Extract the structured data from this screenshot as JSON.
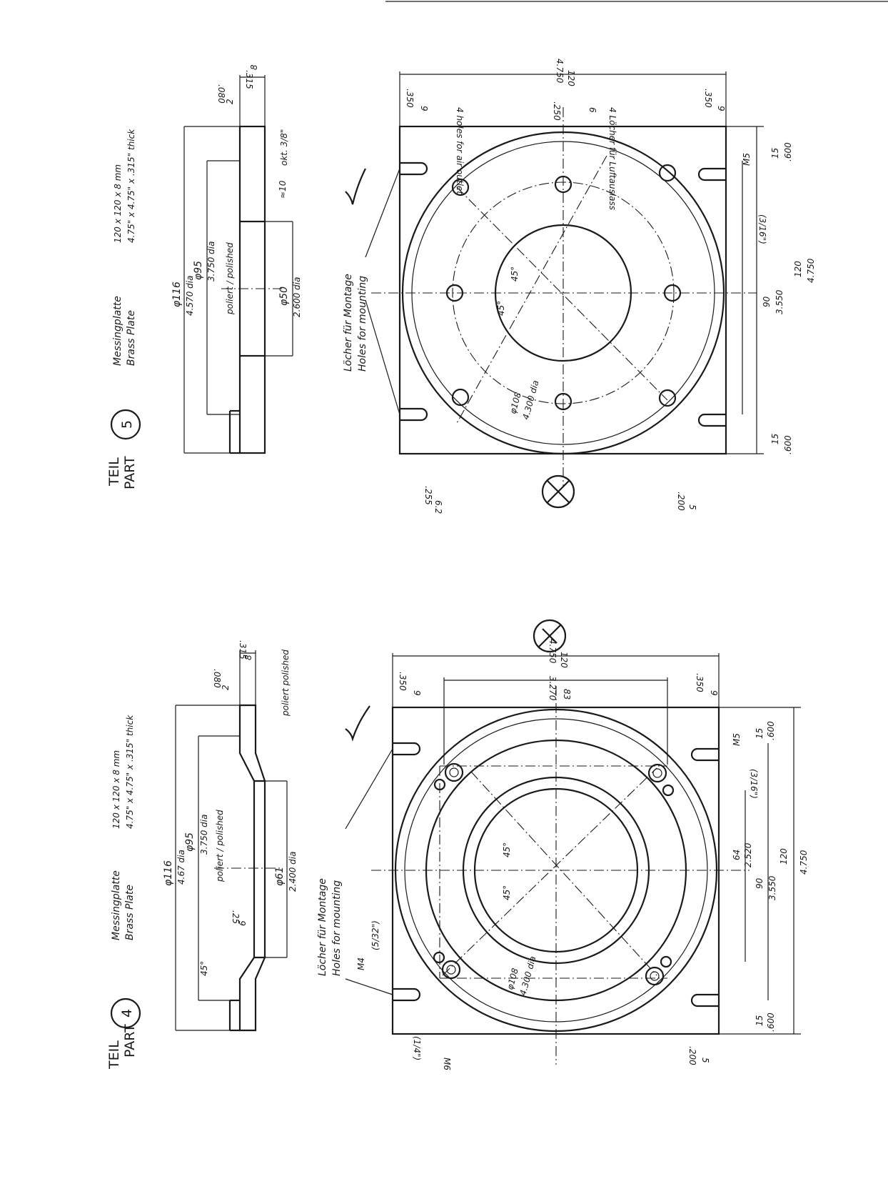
{
  "parts": [
    {
      "teil_label": "TEIL",
      "part_label": "PART",
      "number": "5",
      "title_de": "Messingplatte",
      "title_en": "Brass Plate",
      "size_mm": "120 x 120 x 8 mm",
      "size_in": "4.75\" x 4.75\" x .315\" thick",
      "section": {
        "thickness_mm": "8",
        "thickness_in": ".315",
        "step_mm": "2",
        "step_in": ".080",
        "outer_dia": "φ116",
        "outer_dia_in": "4.570 dia",
        "mid_dia": "φ95",
        "mid_dia_in": "3.750 dia",
        "inner_dia": "φ50",
        "inner_dia_in": "2.600 dia",
        "polish_note": "poliert / polished",
        "depth_note": "≈10",
        "ok_note": "okt. 3/8\""
      },
      "plan": {
        "width_mm": "120",
        "width_in": "4.750",
        "edge_mm": "9",
        "edge_in": ".350",
        "hole_note_de": "4 Löcher für Luftauslass",
        "hole_note_en": "4 holes for air outlet",
        "hole_size_mm": "6",
        "hole_size_in": ".250",
        "mount_note_de": "Löcher für Montage",
        "mount_note_en": "Holes for mounting",
        "pcd_mm": "φ108",
        "pcd_in": "4.300 dia",
        "angle_a": "45°",
        "angle_b": "45°",
        "thread": "M5",
        "thread_in": "(3/16\")",
        "offset_mm": "15",
        "offset_in": ".600",
        "v90": "90",
        "v90_in": "3.550",
        "h120": "120",
        "h120_in": "4.750",
        "bottom_a": "6.2",
        "bottom_a_in": ".255",
        "bottom_b": "5",
        "bottom_b_in": ".200"
      }
    },
    {
      "teil_label": "TEIL",
      "part_label": "PART",
      "number": "4",
      "title_de": "Messingplatte",
      "title_en": "Brass Plate",
      "size_mm": "120 x 120 x 8 mm",
      "size_in": "4.75\" x 4.75\" x .315\" thick",
      "section": {
        "thickness_mm": "8",
        "thickness_in": ".315",
        "step_mm": "2",
        "step_in": ".080",
        "outer_dia": "φ116",
        "outer_dia_in": "4.67 dia",
        "mid_dia": "φ95",
        "mid_dia_in": "3.750 dia",
        "inner_dia": "φ61",
        "inner_dia_in": "2.400 dia",
        "polish_note": "poliert / polished",
        "polish_note2": "poliert polished",
        "bevel": "45°",
        "step2_mm": "6",
        "step2_in": ".25"
      },
      "plan": {
        "width_mm": "120",
        "width_in": "4.750",
        "inner_mm": "83",
        "inner_in": "3.270",
        "edge_mm": "9",
        "edge_in": ".350",
        "mount_note_de": "Löcher für Montage",
        "mount_note_en": "Holes for mounting",
        "pcd_mm": "φ108",
        "pcd_in": "4.300 dia",
        "angle_a": "45°",
        "angle_b": "45°",
        "thread_top": "M5",
        "thread_top_in": "(3/16\")",
        "thread_side": "M4",
        "thread_side_in": "(5/32\")",
        "thread_bottom": "M6",
        "thread_bottom_in": "(1/4\")",
        "offset_mm": "15",
        "offset_in": ".600",
        "v64": "64",
        "v64_in": "2.520",
        "v90": "90",
        "v90_in": "3.550",
        "h120": "120",
        "h120_in": "4.750",
        "bottom_b": "5",
        "bottom_b_in": ".200"
      }
    }
  ]
}
